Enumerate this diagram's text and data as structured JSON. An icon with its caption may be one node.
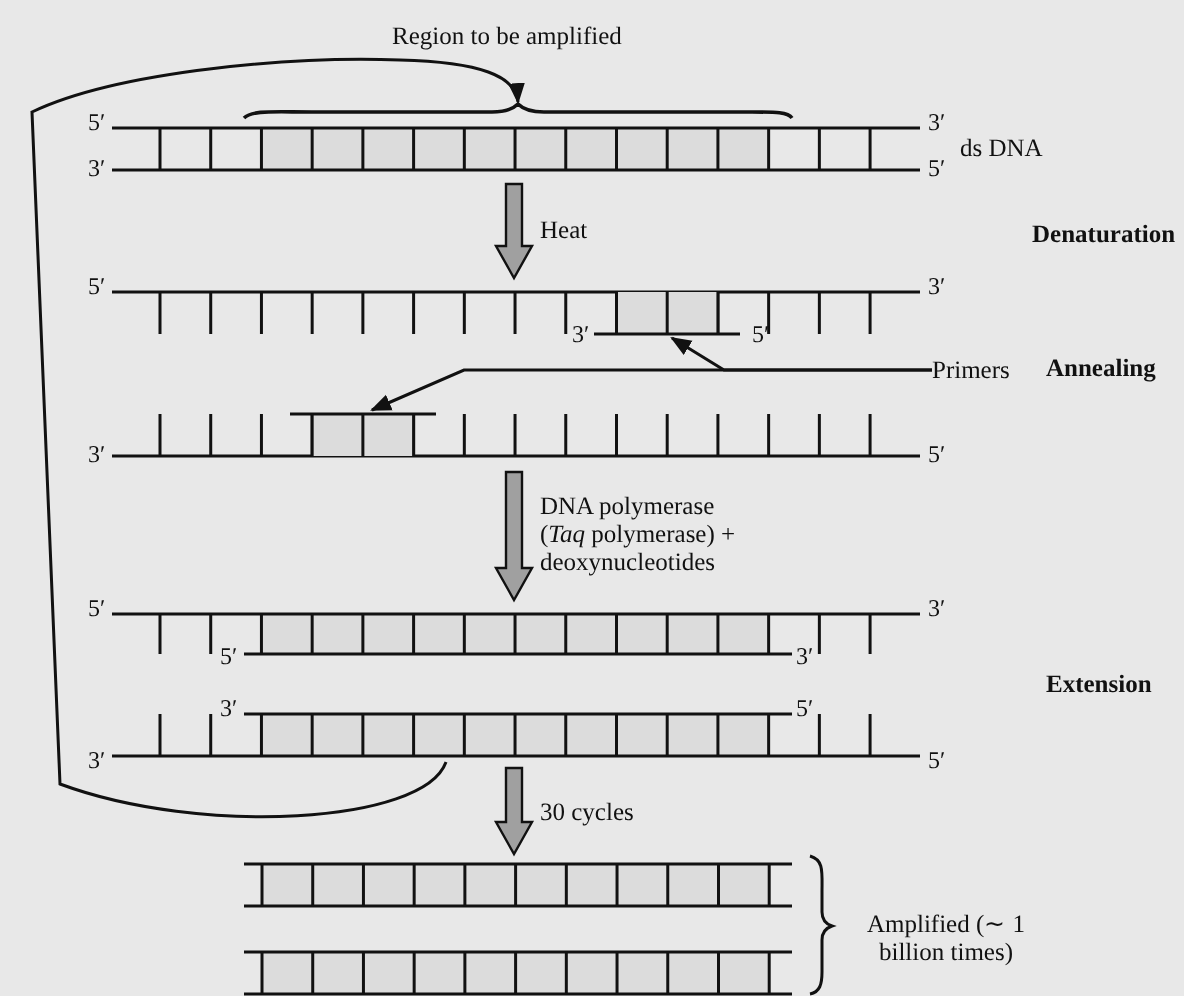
{
  "diagram": {
    "nodes": [
      {
        "text": [],
        "shape": "picture",
        "beside": [
          "ds DNA"
        ]
      },
      {
        "text": [],
        "shape": "picture"
      },
      {
        "text": [],
        "shape": "picture"
      },
      {
        "text": [],
        "shape": "bar",
        "in": 1
      },
      {
        "text": [],
        "shape": "bar",
        "in": 2
      },
      {
        "text": [
          "Primers"
        ]
      },
      {
        "text": [],
        "shape": "picture"
      },
      {
        "text": [],
        "shape": "picture"
      },
      {
        "text": [],
        "shape": "picture"
      },
      {
        "text": [],
        "shape": "picture"
      }
    ],
    "edges": [
      {
        "from": 0,
        "to": 1,
        "arrow": "to",
        "label": "Heat"
      },
      {
        "from": 5,
        "to": 4,
        "arrow": "to"
      },
      {
        "from": 5,
        "to": 3,
        "arrow": "to"
      },
      {
        "from": 2,
        "to": 6,
        "arrow": "to",
        "label": "DNA polymerase (*Taq* polymerase) + deoxynucleotides"
      },
      {
        "from": 7,
        "to": 0,
        "arrow": "to"
      },
      {
        "from": 7,
        "to": 8,
        "arrow": "to",
        "label": "30 cycles"
      }
    ],
    "labels": [
      "Region to be amplified",
      "5′",
      "3′",
      "3′",
      "5′",
      "Denaturation",
      "5′",
      "3′",
      "3′",
      "5′",
      "Annealing",
      "3′",
      "5′",
      "5′",
      "3′",
      "5′",
      "3′",
      "Extension",
      "3′",
      "5′",
      "3′",
      "5′",
      "Amplified (∼ 1 billion times)"
    ]
  }
}
